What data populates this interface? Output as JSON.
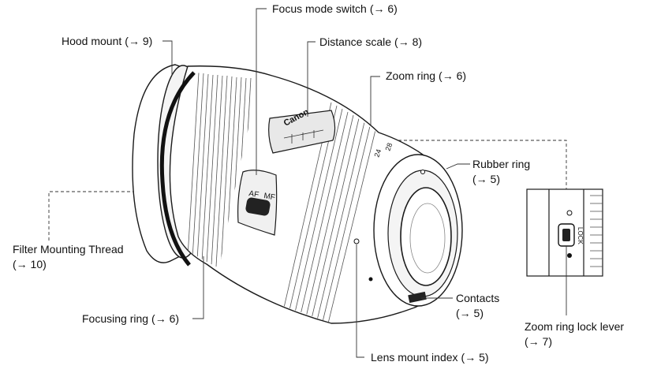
{
  "labels": {
    "hood_mount": {
      "name": "Hood mount",
      "ref": "(→ 9)"
    },
    "focus_mode_switch": {
      "name": "Focus mode switch",
      "ref": "(→ 6)"
    },
    "distance_scale": {
      "name": "Distance scale",
      "ref": "(→ 8)"
    },
    "zoom_ring": {
      "name": "Zoom ring",
      "ref": "(→ 6)"
    },
    "rubber_ring": {
      "name": "Rubber ring",
      "ref": "(→ 5)"
    },
    "filter_mounting_thread": {
      "name": "Filter Mounting Thread",
      "ref": "(→ 10)"
    },
    "focusing_ring": {
      "name": "Focusing ring",
      "ref": "(→ 6)"
    },
    "contacts": {
      "name": "Contacts",
      "ref": "(→ 5)"
    },
    "lens_mount_index": {
      "name": "Lens mount index",
      "ref": "(→ 5)"
    },
    "zoom_ring_lock_lever": {
      "name": "Zoom ring lock lever",
      "ref": "(→ 7)"
    }
  },
  "markings": {
    "brand": "Canon",
    "af_mf_af": "AF",
    "af_mf_mf": "MF",
    "lock": "LOCK",
    "focal_24": "24",
    "focal_28": "28"
  }
}
